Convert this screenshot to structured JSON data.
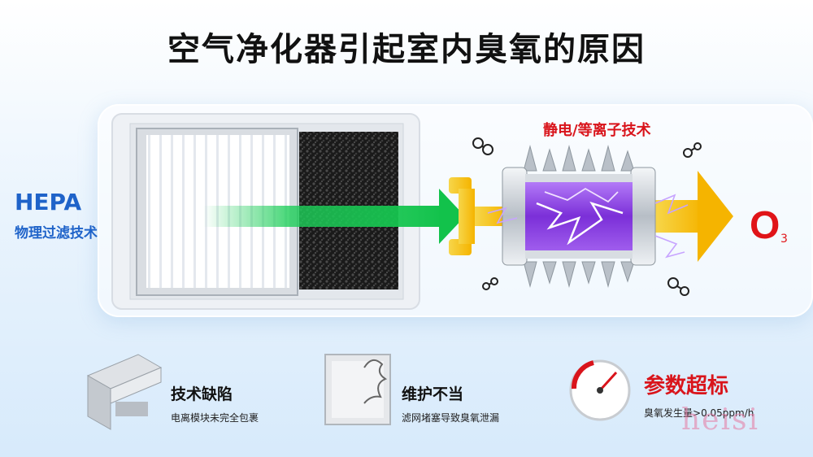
{
  "title": "空气净化器引起室内臭氧的原因",
  "hepa": {
    "title": "HEPA",
    "subtitle": "物理过滤技术"
  },
  "ion_tech": {
    "label": "静电/等离子技术"
  },
  "ozone": {
    "symbol": "O",
    "subscript": "3"
  },
  "causes": [
    {
      "title": "技术缺陷",
      "desc": "电离模块未完全包裹"
    },
    {
      "title": "维护不当",
      "desc": "滤网堵塞导致臭氧泄漏"
    },
    {
      "title": "参数超标",
      "desc_prefix": "臭氧发生量",
      "desc_value": ">0.05ppm/h"
    }
  ],
  "watermark": "heisi",
  "colors": {
    "hepa_blue": "#1f63c9",
    "alert_red": "#d9141b",
    "arrow_green": "#1fce5a",
    "arrow_yellow": "#f7c21b",
    "plasma_purple": "#8a3ed8"
  }
}
